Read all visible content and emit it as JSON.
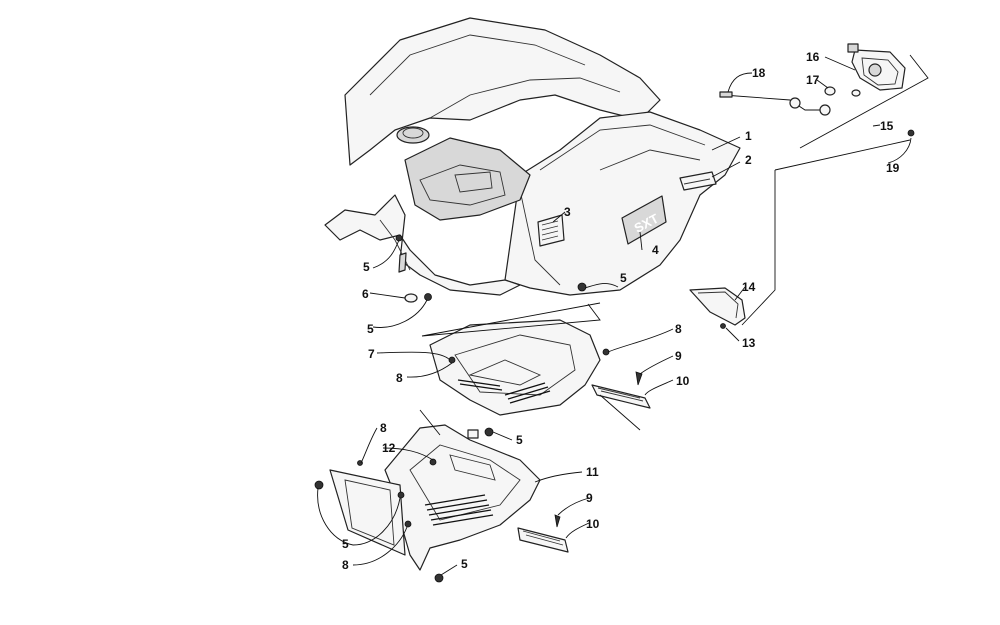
{
  "callouts": [
    "1",
    "2",
    "3",
    "4",
    "5",
    "6",
    "7",
    "8",
    "9",
    "10",
    "11",
    "12",
    "13",
    "14",
    "15",
    "16",
    "17",
    "18",
    "19"
  ],
  "decal_text": "SXT"
}
